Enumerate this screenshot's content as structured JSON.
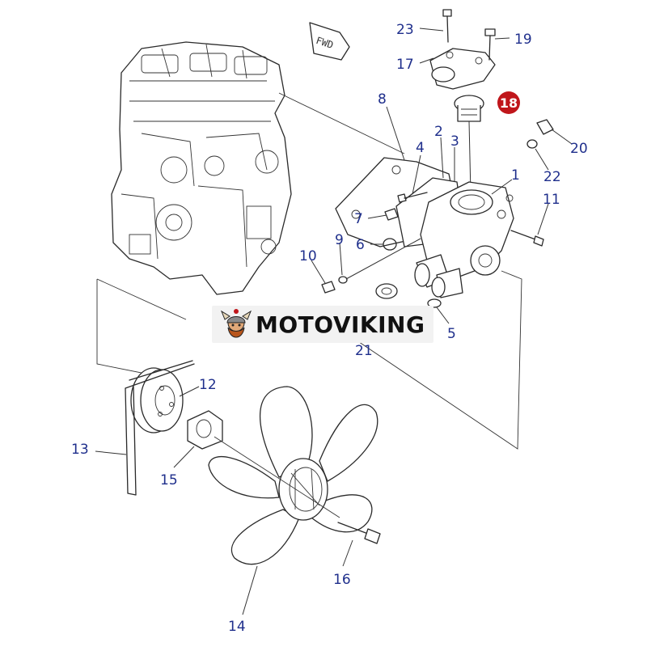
{
  "diagram": {
    "fwd_tag": "FWD",
    "callouts": [
      "1",
      "2",
      "3",
      "4",
      "5",
      "6",
      "7",
      "8",
      "9",
      "10",
      "11",
      "12",
      "13",
      "14",
      "15",
      "16",
      "17",
      "18",
      "19",
      "20",
      "21",
      "22",
      "23"
    ],
    "highlighted_callout": "18",
    "callout_color": "#1f2f8c",
    "highlight_color": "#c0161b"
  },
  "brand": {
    "name": "MOTOVIKING",
    "mascot_icon": "viking-mascot-icon"
  }
}
